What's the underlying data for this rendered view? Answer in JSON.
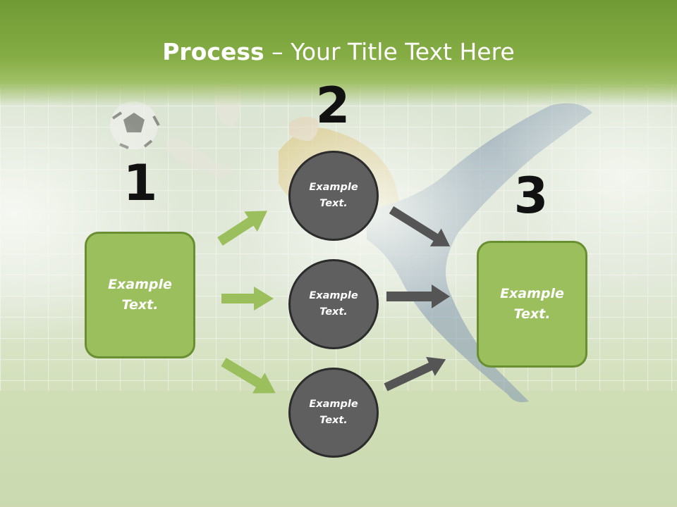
{
  "slide": {
    "title_bold": "Process",
    "title_rest": " – Your Title Text Here",
    "step1_number": "1",
    "step2_number": "2",
    "step3_number": "3",
    "step1_text": "Example\nText.",
    "step2_items": [
      {
        "text": "Example\nText."
      },
      {
        "text": "Example\nText."
      },
      {
        "text": "Example\nText."
      }
    ],
    "step3_text": "Example\nText."
  },
  "colors": {
    "title_band": "#7aa33c",
    "box_fill": "#9cbf5e",
    "box_border": "#6a8f33",
    "circle_fill": "#5f5f5f",
    "circle_border": "#2c2c2c",
    "green_arrow": "#9cbf5e",
    "gray_arrow": "#555555",
    "number_color": "#111111"
  }
}
